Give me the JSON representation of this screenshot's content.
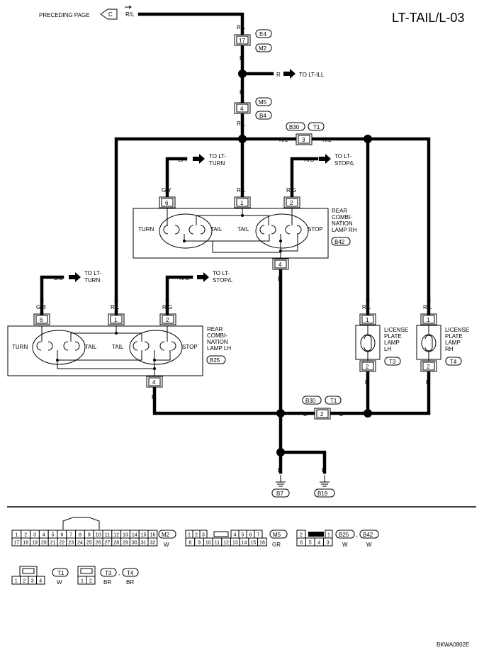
{
  "page_title": "LT-TAIL/L-03",
  "preceding_page": {
    "label": "PRECEDING PAGE",
    "connector": "C",
    "wire": "R/L"
  },
  "wire_labels": {
    "r_l": "R/L",
    "r": "R",
    "b": "B",
    "g_y": "G/Y",
    "r_g": "R/G",
    "g_b": "G/B"
  },
  "pins": {
    "p1": "1",
    "p2": "2",
    "p3": "3",
    "p4": "4",
    "p6": "6",
    "p17": "17"
  },
  "connectors": {
    "e4": "E4",
    "m2": "M2",
    "m5": "M5",
    "b4": "B4",
    "b30": "B30",
    "t1": "T1",
    "b42": "B42",
    "b25": "B25",
    "t3": "T3",
    "t4": "T4",
    "b7": "B7",
    "b19": "B19"
  },
  "destinations": {
    "to_lt_ill": "TO LT-ILL",
    "to_lt_turn": [
      "TO LT-",
      "TURN"
    ],
    "to_lt_stop": [
      "TO LT-",
      "STOP/L"
    ]
  },
  "lamp_rh": {
    "name": [
      "REAR",
      "COMBI-",
      "NATION",
      "LAMP RH"
    ],
    "turn": "TURN",
    "tail1": "TAIL",
    "tail2": "TAIL",
    "stop": "STOP"
  },
  "lamp_lh": {
    "name": [
      "REAR",
      "COMBI-",
      "NATION",
      "LAMP LH"
    ],
    "turn": "TURN",
    "tail1": "TAIL",
    "tail2": "TAIL",
    "stop": "STOP"
  },
  "license_lh": [
    "LICENSE",
    "PLATE",
    "LAMP",
    "LH"
  ],
  "license_rh": [
    "LICENSE",
    "PLATE",
    "LAMP",
    "RH"
  ],
  "legend": {
    "m2_top": [
      "1",
      "2",
      "3",
      "4",
      "5",
      "6",
      "7",
      "8",
      "9",
      "10",
      "11",
      "12",
      "13",
      "14",
      "15",
      "16"
    ],
    "m2_bottom": [
      "17",
      "18",
      "19",
      "20",
      "21",
      "22",
      "23",
      "24",
      "25",
      "26",
      "27",
      "28",
      "29",
      "30",
      "31",
      "32"
    ],
    "m5_top_left": [
      "1",
      "2",
      "3"
    ],
    "m5_top_right": [
      "4",
      "5",
      "6",
      "7"
    ],
    "m5_bottom": [
      "8",
      "9",
      "10",
      "11",
      "12",
      "13",
      "14",
      "15",
      "16"
    ],
    "b25_top_left": "2",
    "b25_top_right": "1",
    "b25_bottom": [
      "6",
      "5",
      "4",
      "3"
    ],
    "t1_pins": [
      "1",
      "2",
      "3",
      "4"
    ],
    "t3_pins": [
      "1",
      "2"
    ],
    "color_w": "W",
    "color_gr": "GR",
    "color_br": "BR",
    "sep": ","
  },
  "footer_code": "BKWA0802E"
}
